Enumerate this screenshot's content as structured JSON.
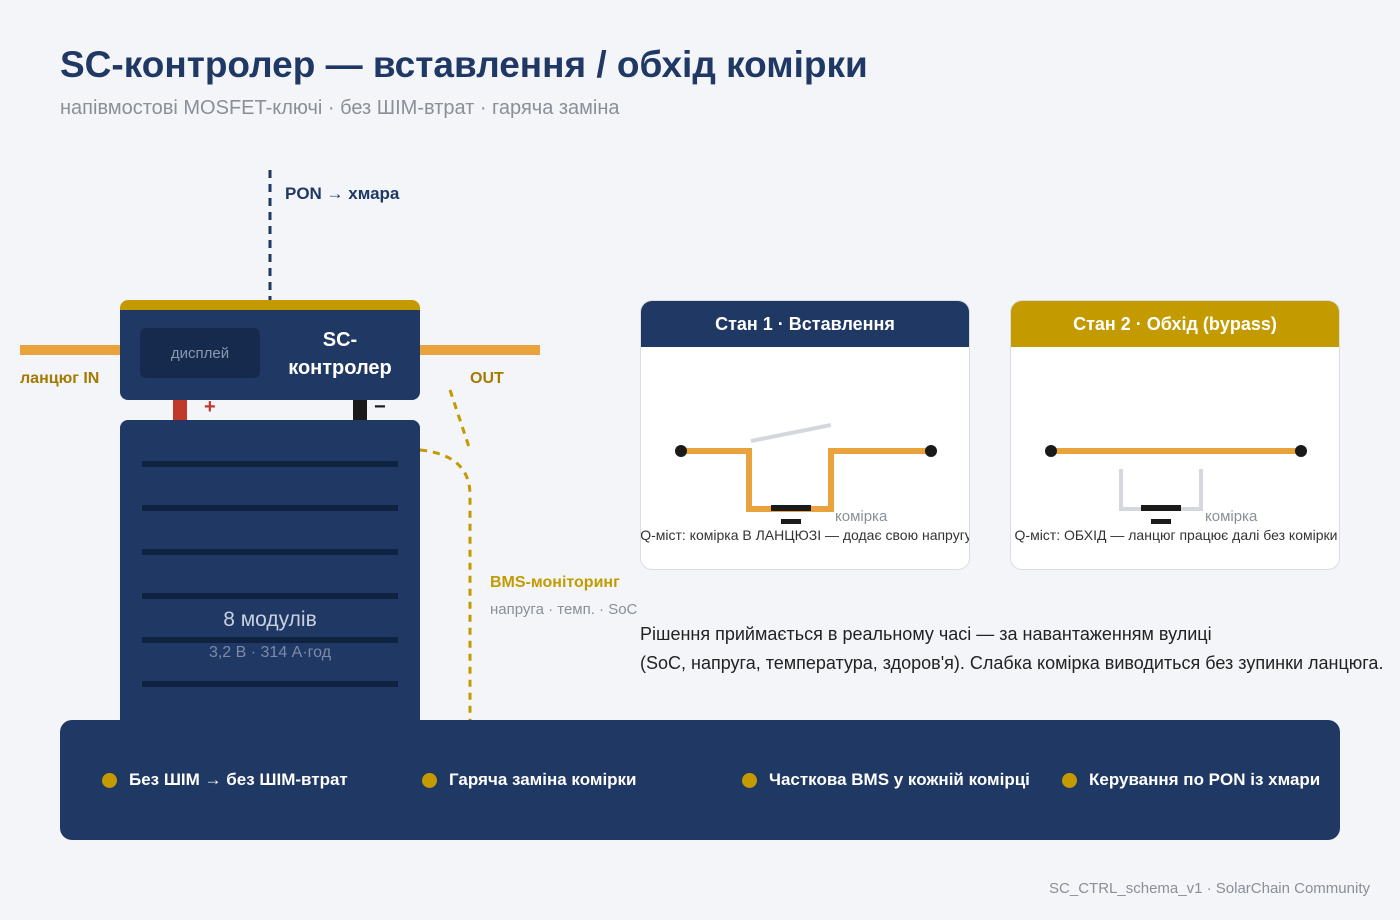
{
  "header": {
    "title": "SC-контролер — вставлення / обхід комірки",
    "subtitle": "напівмостові MOSFET-ключі · без ШІМ-втрат · гаряча заміна"
  },
  "controller": {
    "pon_label": "PON → хмара",
    "display": "дисплей",
    "name": "SC-контролер",
    "chain_in": "ланцюг IN",
    "chain_out": "OUT",
    "plus": "+",
    "minus": "−"
  },
  "battery": {
    "modules": "8 модулів",
    "spec": "3,2 В · 314 А·год"
  },
  "bms": {
    "title": "BMS-моніторинг",
    "params": "напруга · темп. · SoC"
  },
  "states": [
    {
      "title": "Стан 1 · Вставлення",
      "cell_label": "комірка",
      "caption": "Q-міст: комірка В ЛАНЦЮЗІ — додає свою напругу"
    },
    {
      "title": "Стан 2 · Обхід (bypass)",
      "cell_label": "комірка",
      "caption": "Q-міст: ОБХІД — ланцюг працює далі без комірки"
    }
  ],
  "description": {
    "line1": "Рішення приймається в реальному часі — за навантаженням вулиці",
    "line2": "(SoC, напруга, температура, здоров'я). Слабка комірка виводиться без зупинки ланцюга."
  },
  "features": [
    "Без ШІМ → без ШІМ-втрат",
    "Гаряча заміна комірки",
    "Часткова BMS у кожній комірці",
    "Керування по PON із хмари"
  ],
  "credit": "SC_CTRL_schema_v1 · SolarChain Community",
  "colors": {
    "navy": "#1f3864",
    "gold": "#c39a00",
    "orange": "#e8a33d",
    "red": "#c0392b"
  }
}
